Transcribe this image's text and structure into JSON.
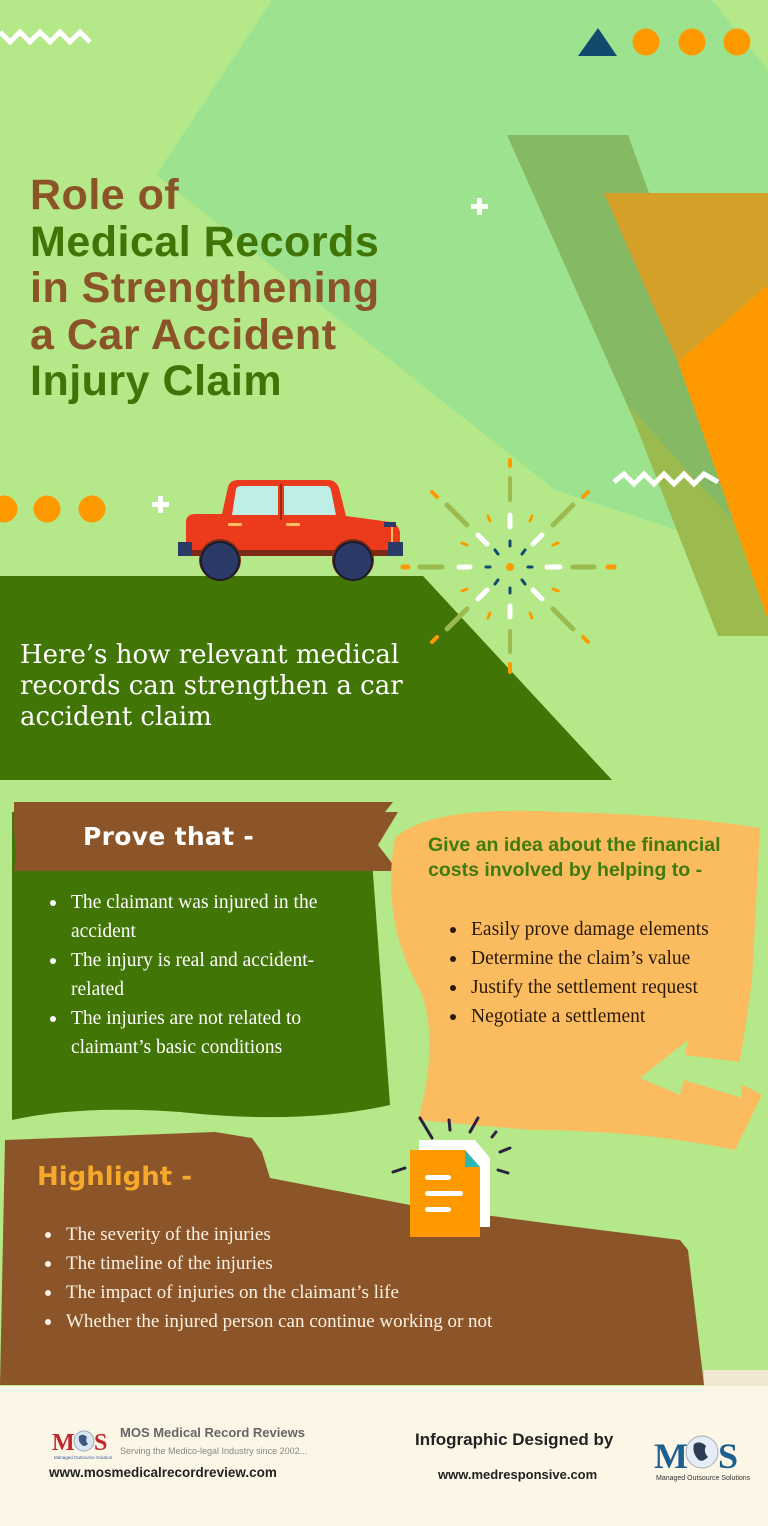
{
  "title": {
    "lines": [
      {
        "text": "Role of",
        "color": "brown"
      },
      {
        "text": "Medical Records",
        "color": "green"
      },
      {
        "text": "in Strengthening",
        "color": "brown"
      },
      {
        "text": "a Car Accident",
        "color": "brown"
      },
      {
        "text": "Injury Claim",
        "color": "green"
      }
    ]
  },
  "intro": {
    "text": "Here’s how relevant medical records can strengthen a car accident claim"
  },
  "prove_section": {
    "heading": "Prove that -",
    "items": [
      "The claimant was injured in the accident",
      "The injury is real and accident-related",
      "The injuries are not related to claimant’s basic conditions"
    ]
  },
  "finance_section": {
    "heading": "Give an idea about the financial costs involved by helping to -",
    "items": [
      "Easily prove damage elements",
      "Determine the claim’s value",
      "Justify the settlement request",
      "Negotiate a settlement"
    ]
  },
  "highlight_section": {
    "heading": "Highlight -",
    "items": [
      "The severity of the injuries",
      "The timeline of the injuries",
      "The impact of injuries on the claimant’s life",
      "Whether the injured person can continue working or not"
    ]
  },
  "footer": {
    "left": {
      "logo_text": "MOS",
      "logo_subtext": "Managed Outsource Solutions",
      "brand_name": "MOS Medical Record Reviews",
      "tagline": "Serving the Medico-legal Industry since 2002...",
      "url": "www.mosmedicalrecordreview.com"
    },
    "right": {
      "designed_by": "Infographic Designed by",
      "url": "www.medresponsive.com",
      "logo_text": "MOS",
      "logo_subtext": "Managed Outsource Solutions"
    }
  },
  "icons": {
    "car": "car-icon",
    "document": "document-icon",
    "burst": "starburst-icon",
    "plus": "plus-icon",
    "zigzag": "zigzag-icon",
    "triangle": "triangle-icon",
    "dots": "dot-icon"
  },
  "colors": {
    "background": "#b5e888",
    "light_green_shape": "#9de28e",
    "dark_green": "#417505",
    "brown": "#8b5529",
    "orange": "#ff9900",
    "mustard": "#d4a027",
    "olive": "#9cbb4e",
    "peach": "#fbbb5f",
    "navy": "#124a6e",
    "car_red": "#ec3a1d",
    "footer_bg": "#fbf6e6"
  }
}
